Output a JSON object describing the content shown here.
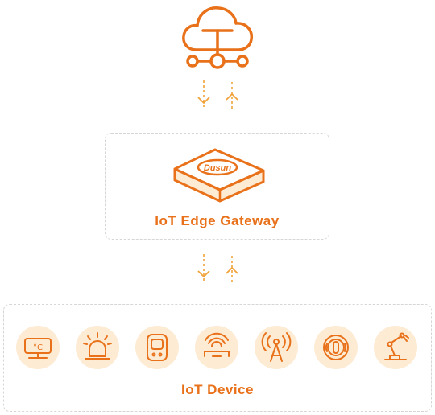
{
  "diagram": {
    "cloud": {
      "icon": "cloud-network-icon"
    },
    "gateway": {
      "label": "IoT Edge Gateway",
      "brand": "Dusun",
      "icon": "gateway-router-icon"
    },
    "devices": {
      "label": "IoT Device",
      "items": [
        {
          "icon": "thermostat-icon",
          "text": "°C"
        },
        {
          "icon": "alarm-siren-icon"
        },
        {
          "icon": "smart-socket-icon"
        },
        {
          "icon": "wireless-sensor-icon"
        },
        {
          "icon": "radio-tower-icon"
        },
        {
          "icon": "smart-speaker-icon"
        },
        {
          "icon": "robot-arm-icon"
        }
      ]
    },
    "colors": {
      "accent": "#e8711a",
      "fill_light": "#fdebd3",
      "border": "#d6d6d6",
      "arrow": "#f0a33a"
    }
  }
}
